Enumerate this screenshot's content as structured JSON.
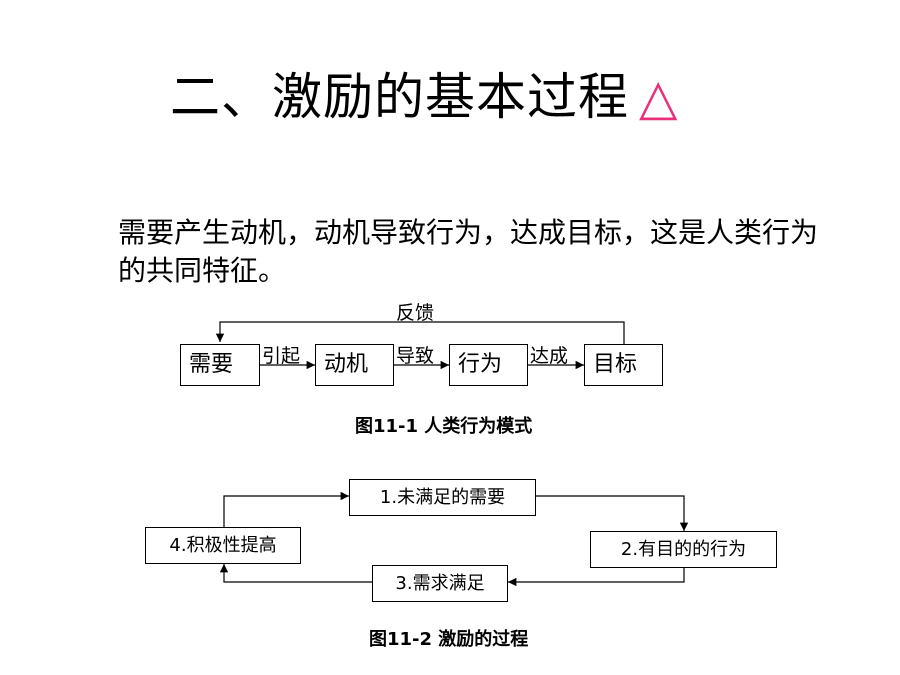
{
  "title": {
    "text": "二、激励的基本过程",
    "symbol": "△",
    "symbol_color": "#e8317a"
  },
  "paragraph": "需要产生动机，动机导致行为，达成目标，这是人类行为的共同特征。",
  "figure1": {
    "nodes": [
      "需要",
      "动机",
      "行为",
      "目标"
    ],
    "edge_labels": [
      "引起",
      "导致",
      "达成"
    ],
    "feedback_label": "反馈",
    "caption": "图11-1  人类行为模式"
  },
  "figure2": {
    "nodes": [
      "1.未满足的需要",
      "2.有目的的行为",
      "3.需求满足",
      "4.积极性提高"
    ],
    "caption": "图11-2 激励的过程"
  }
}
